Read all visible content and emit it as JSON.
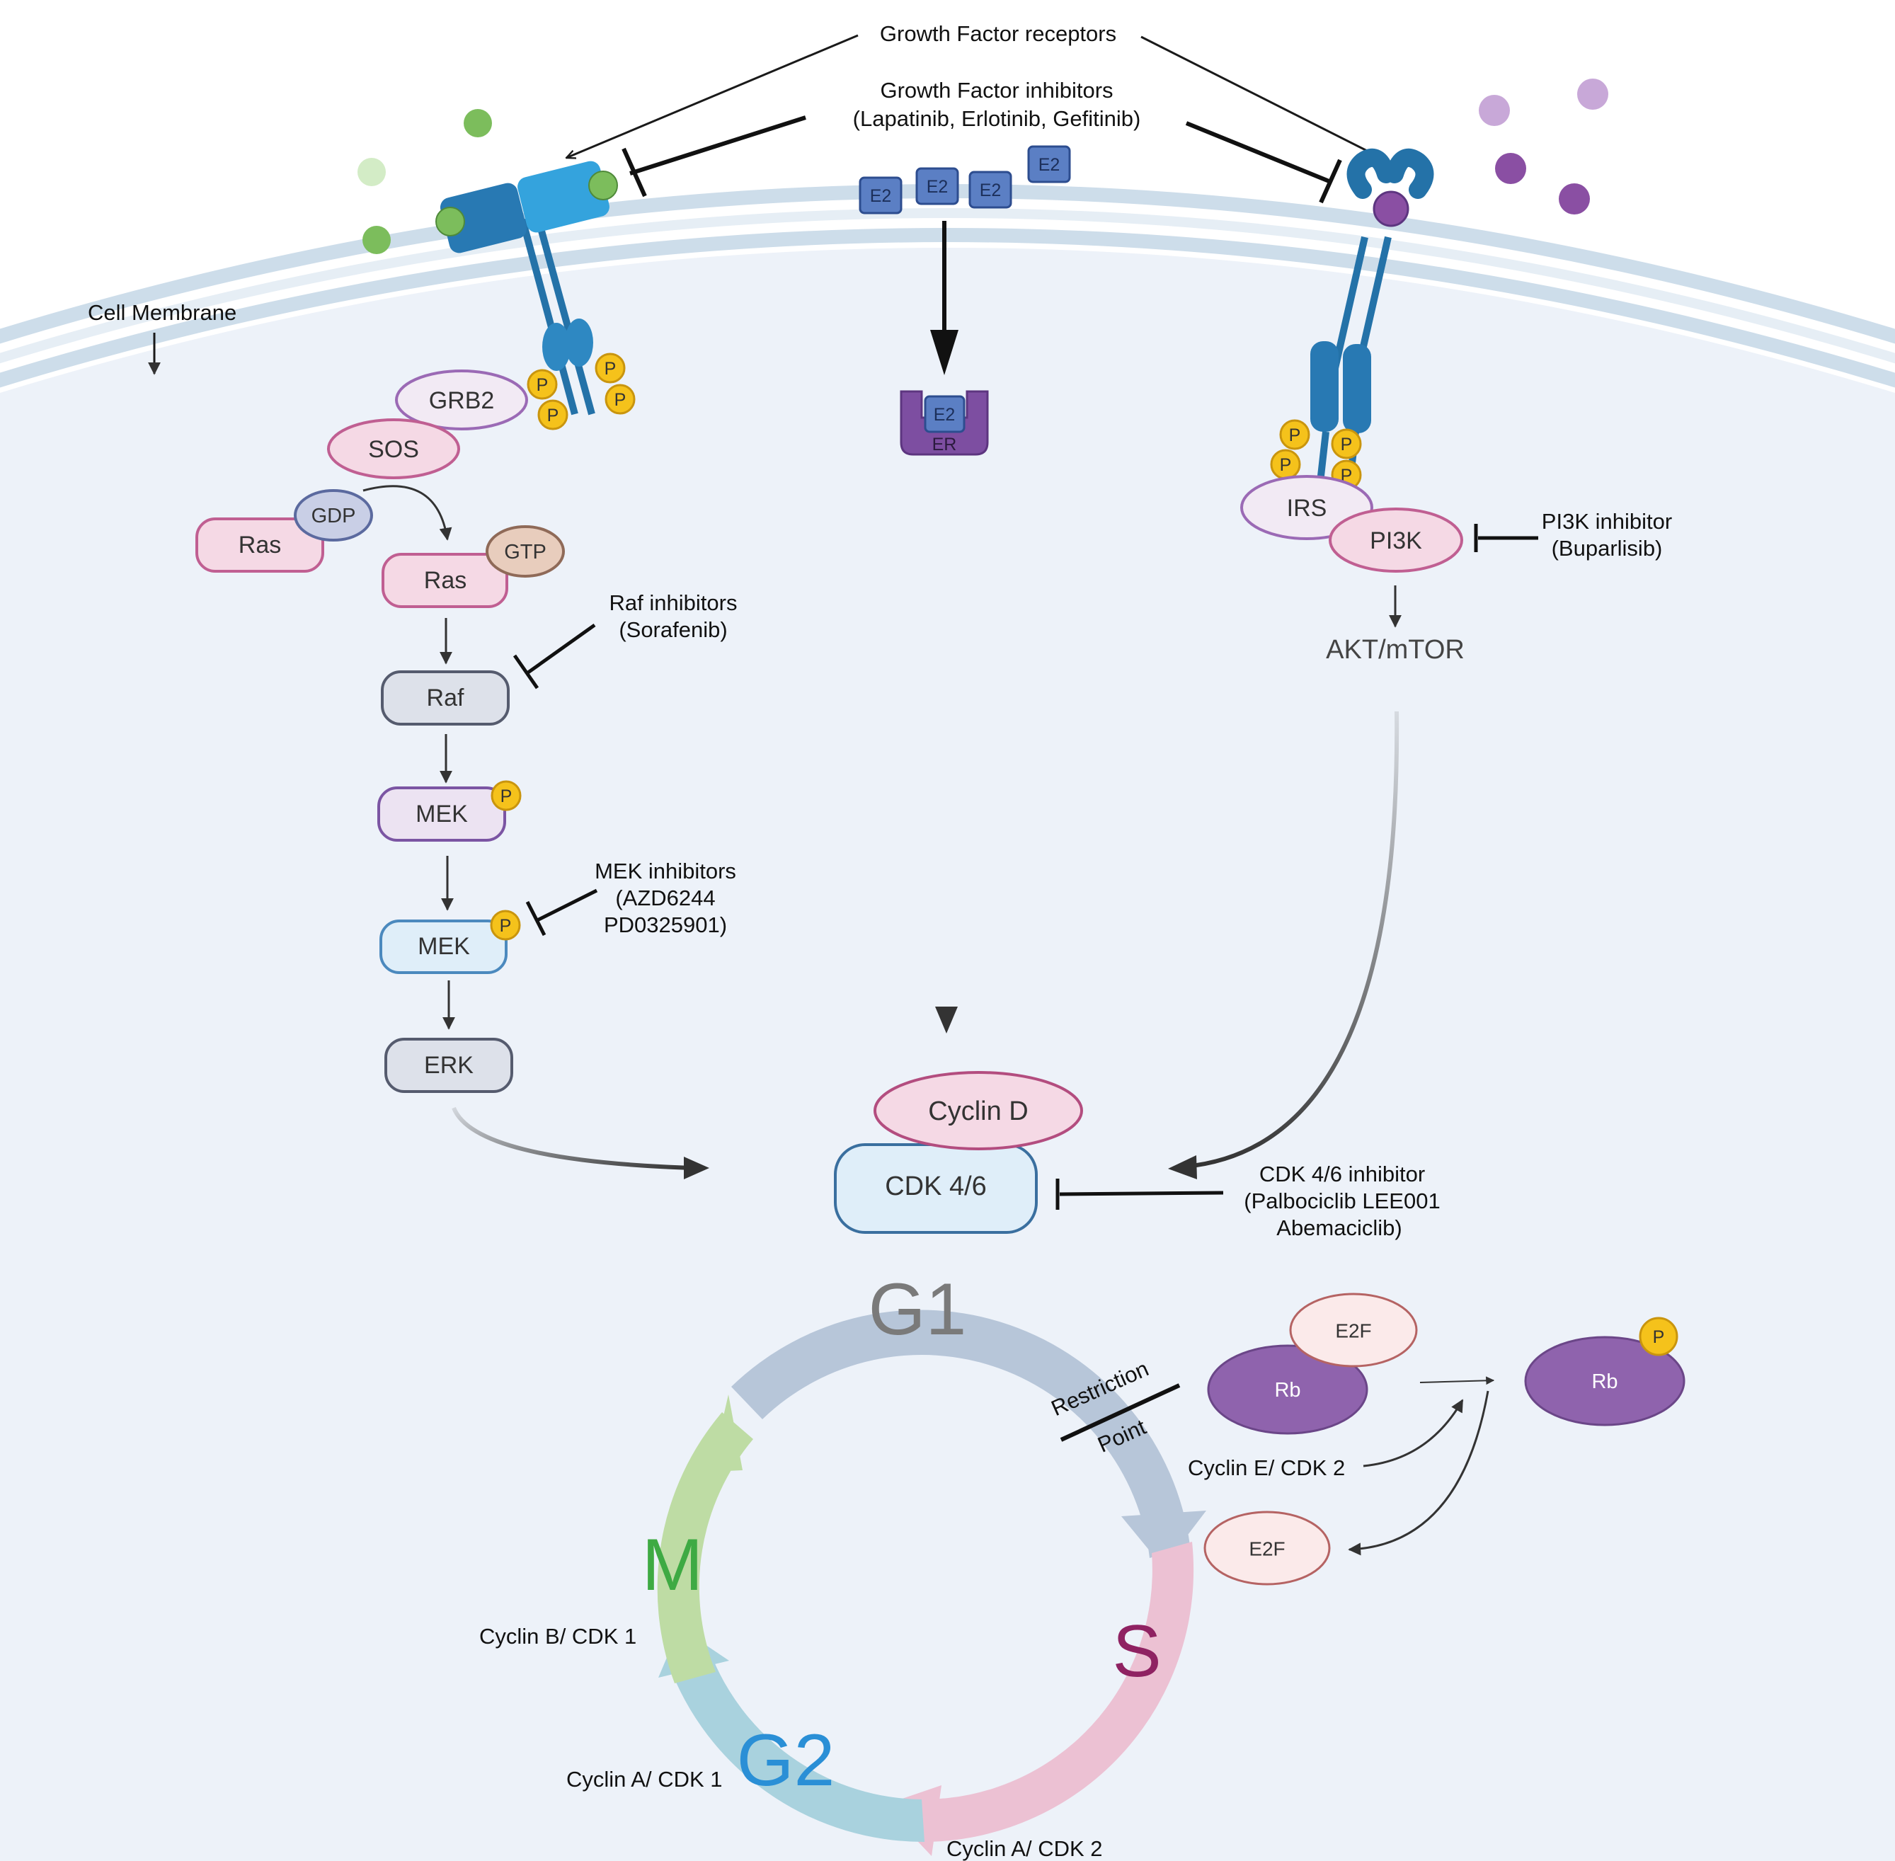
{
  "labels": {
    "growth_factor_receptors": "Growth Factor receptors",
    "growth_factor_inhibitors": "Growth Factor inhibitors",
    "growth_factor_inhibitor_drugs": "(Lapatinib, Erlotinib, Gefitinib)",
    "cell_membrane": "Cell Membrane",
    "raf_inhibitors": "Raf inhibitors",
    "raf_inhibitor_drugs": "(Sorafenib)",
    "mek_inhibitors": "MEK inhibitors",
    "mek_inhibitor_drug_1": "(AZD6244",
    "mek_inhibitor_drug_2": "PD0325901)",
    "pi3k_inhibitor": "PI3K inhibitor",
    "pi3k_inhibitor_drug": "(Buparlisib)",
    "akt_mtor": "AKT/mTOR",
    "cdk46_inhibitor": "CDK 4/6 inhibitor",
    "cdk46_inhibitor_drugs_1": "(Palbociclib LEE001",
    "cdk46_inhibitor_drugs_2": "Abemaciclib)",
    "restriction": "Restriction",
    "point": "Point",
    "cyclin_e_cdk2": "Cyclin E/ CDK 2",
    "cyclin_b_cdk1": "Cyclin B/ CDK 1",
    "cyclin_a_cdk1": "Cyclin A/ CDK 1",
    "cyclin_a_cdk2": "Cyclin A/ CDK 2"
  },
  "molecules": {
    "grb2": "GRB2",
    "sos": "SOS",
    "ras": "Ras",
    "gdp": "GDP",
    "gtp": "GTP",
    "raf": "Raf",
    "mek": "MEK",
    "erk": "ERK",
    "e2": "E2",
    "er": "ER",
    "irs": "IRS",
    "pi3k": "PI3K",
    "cyclin_d": "Cyclin D",
    "cdk46": "CDK 4/6",
    "e2f": "E2F",
    "rb": "Rb",
    "phospho": "P"
  },
  "phases": {
    "g1": "G1",
    "s": "S",
    "g2": "G2",
    "m": "M"
  },
  "colors": {
    "cytoplasm": "#edf2f9",
    "membrane": "#c9d9e6",
    "g1": "#b7c6d9",
    "s": "#ecc1d3",
    "g2": "#a9d2de",
    "m": "#bedca4",
    "g1_text": "#7a7a7a",
    "s_text": "#8f2262",
    "g2_text": "#2a8fd6",
    "m_text": "#3eaa43",
    "rb": "#8f63ad",
    "phospho": "#f5c21b"
  }
}
